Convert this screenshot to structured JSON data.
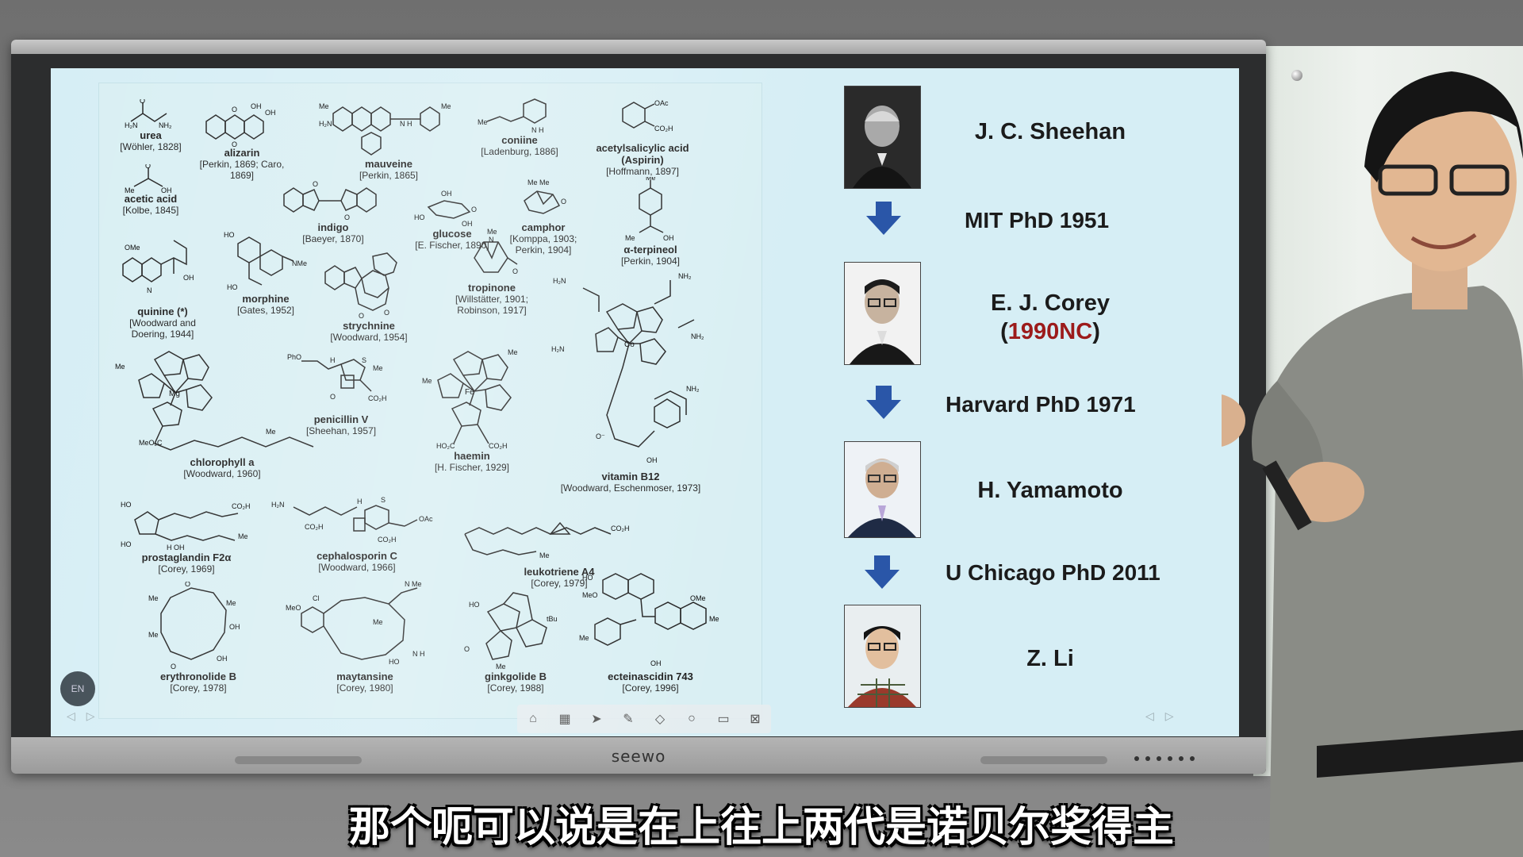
{
  "slide": {
    "molecules": [
      {
        "name": "urea",
        "ref": "[Wöhler, 1828]"
      },
      {
        "name": "alizarin",
        "ref": "[Perkin, 1869; Caro, 1869]"
      },
      {
        "name": "mauveine",
        "ref": "[Perkin, 1865]"
      },
      {
        "name": "coniine",
        "ref": "[Ladenburg, 1886]"
      },
      {
        "name": "acetylsalicylic acid (Aspirin)",
        "ref": "[Hoffmann, 1897]"
      },
      {
        "name": "acetic acid",
        "ref": "[Kolbe, 1845]"
      },
      {
        "name": "indigo",
        "ref": "[Baeyer, 1870]"
      },
      {
        "name": "glucose",
        "ref": "[E. Fischer, 1890]"
      },
      {
        "name": "camphor",
        "ref": "[Komppa, 1903; Perkin, 1904]"
      },
      {
        "name": "α-terpineol",
        "ref": "[Perkin, 1904]"
      },
      {
        "name": "quinine (*)",
        "ref": "[Woodward and Doering, 1944]"
      },
      {
        "name": "morphine",
        "ref": "[Gates, 1952]"
      },
      {
        "name": "strychnine",
        "ref": "[Woodward, 1954]"
      },
      {
        "name": "tropinone",
        "ref": "[Willstätter, 1901; Robinson, 1917]"
      },
      {
        "name": "penicillin V",
        "ref": "[Sheehan, 1957]"
      },
      {
        "name": "haemin",
        "ref": "[H. Fischer, 1929]"
      },
      {
        "name": "vitamin B12",
        "ref": "[Woodward, Eschenmoser, 1973]"
      },
      {
        "name": "chlorophyll a",
        "ref": "[Woodward, 1960]"
      },
      {
        "name": "prostaglandin F2α",
        "ref": "[Corey, 1969]"
      },
      {
        "name": "cephalosporin C",
        "ref": "[Woodward, 1966]"
      },
      {
        "name": "leukotriene A4",
        "ref": "[Corey, 1979]"
      },
      {
        "name": "erythronolide B",
        "ref": "[Corey, 1978]"
      },
      {
        "name": "maytansine",
        "ref": "[Corey, 1980]"
      },
      {
        "name": "ginkgolide B",
        "ref": "[Corey, 1988]"
      },
      {
        "name": "ecteinascidin 743",
        "ref": "[Corey, 1996]"
      }
    ],
    "lineage": {
      "person1": "J. C. Sheehan",
      "degree1": "MIT PhD 1951",
      "person2": "E. J. Corey",
      "person2_open": "(",
      "person2_award": "1990NC",
      "person2_close": ")",
      "degree2": "Harvard PhD 1971",
      "person3": "H. Yamamoto",
      "degree3": "U Chicago PhD 2011",
      "person4": "Z. Li"
    }
  },
  "tv": {
    "brand": "seewo"
  },
  "en_button": "EN",
  "subtitle": "那个呃可以说是在上往上两代是诺贝尔奖得主",
  "colors": {
    "award": "#9c1b1b",
    "arrow": "#2a56a8",
    "screen": "#d6eef5"
  }
}
